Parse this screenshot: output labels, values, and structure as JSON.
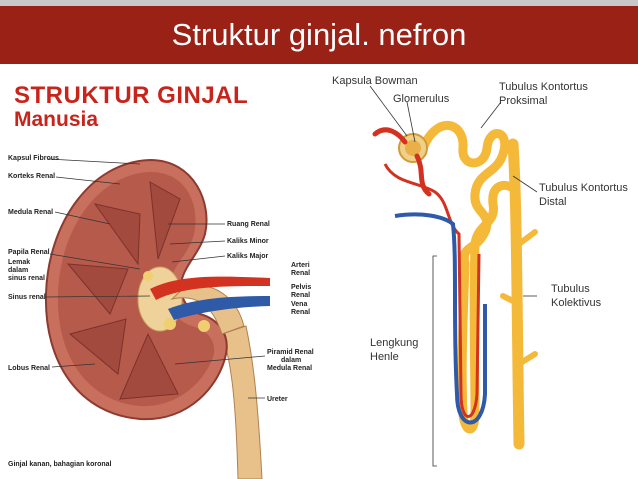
{
  "slide": {
    "title": "Struktur ginjal. nefron"
  },
  "kidney": {
    "heading": "STRUKTUR GINJAL",
    "subheading": "Manusia",
    "caption": "Ginjal kanan, bahagian koronal",
    "labels": {
      "kapsul_fibrous": "Kapsul Fibrous",
      "korteks_renal": "Korteks Renal",
      "medula_renal": "Medula Renal",
      "papila_renal": "Papila Renal",
      "lemak_1": "Lemak",
      "lemak_2": "dalam",
      "lemak_3": "sinus renal",
      "sinus_renal": "Sinus renal",
      "lobus_renal": "Lobus Renal",
      "ruang_renal": "Ruang Renal",
      "kaliks_minor": "Kaliks Minor",
      "kaliks_major": "Kaliks Major",
      "arteri_1": "Arteri",
      "arteri_2": "Renal",
      "pelvis_1": "Pelvis",
      "pelvis_2": "Renal",
      "vena_1": "Vena",
      "vena_2": "Renal",
      "piramid_1": "Piramid Renal",
      "piramid_2": "dalam",
      "piramid_3": "Medula Renal",
      "ureter": "Ureter"
    }
  },
  "nephron": {
    "labels": {
      "kapsula_bowman": "Kapsula Bowman",
      "glomerulus": "Glomerulus",
      "proksimal_1": "Tubulus Kontortus",
      "proksimal_2": "Proksimal",
      "distal_1": "Tubulus Kontortus",
      "distal_2": "Distal",
      "kolektivus_1": "Tubulus",
      "kolektivus_2": "Kolektivus",
      "henle_1": "Lengkung",
      "henle_2": "Henle"
    }
  },
  "colors": {
    "title_bar": "#9a2116",
    "heading": "#c7251c",
    "artery": "#d2321f",
    "vein": "#2f5aa8",
    "tubule": "#f5b93a"
  }
}
